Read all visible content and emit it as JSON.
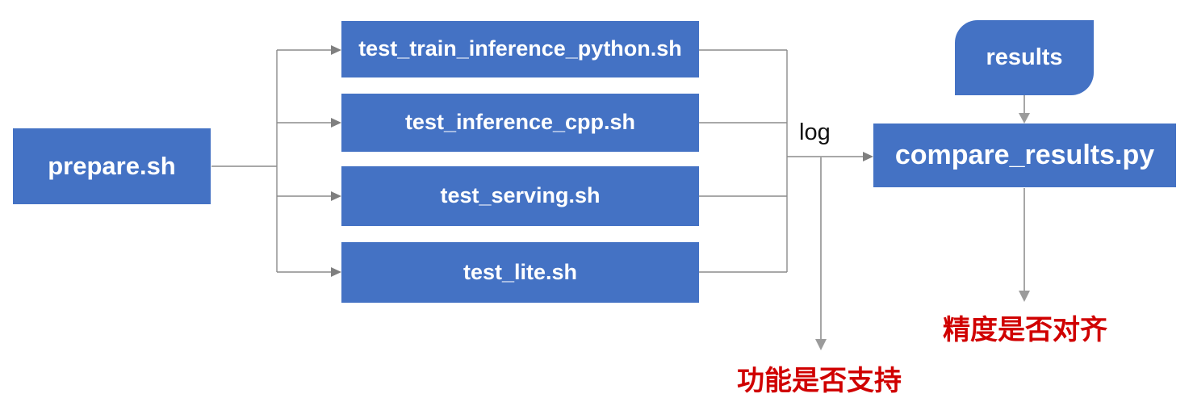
{
  "diagram": {
    "title": "test tipc pipeline flowchart",
    "nodes": {
      "prepare": {
        "label": "prepare.sh"
      },
      "tests": [
        {
          "label": "test_train_inference_python.sh"
        },
        {
          "label": "test_inference_cpp.sh"
        },
        {
          "label": "test_serving.sh"
        },
        {
          "label": "test_lite.sh"
        }
      ],
      "results": {
        "label": "results"
      },
      "compare": {
        "label": "compare_results.py"
      }
    },
    "edge_labels": {
      "log": "log"
    },
    "annotations": {
      "function_support": "功能是否支持",
      "accuracy_aligned": "精度是否对齐"
    },
    "colors": {
      "node_fill": "#4472C4",
      "node_text": "#ffffff",
      "connector_gray": "#8c8c8c",
      "arrow_gray": "#7f7f7f",
      "soft_arrow_gray": "#a6a6a6",
      "annotation_red": "#d00000",
      "label_black": "#111111"
    }
  }
}
